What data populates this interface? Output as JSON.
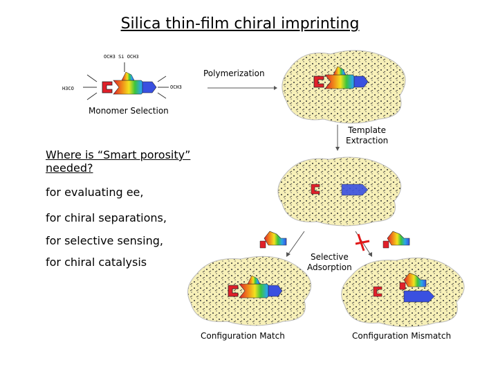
{
  "slide": {
    "title": "Silica thin-film chiral imprinting",
    "question": "Where is “Smart porosity” needed?",
    "bullets": [
      "for evaluating ee,",
      "for chiral separations,",
      "for selective sensing,",
      "for chiral catalysis"
    ]
  },
  "diagram": {
    "labels": {
      "monomer_selection": "Monomer Selection",
      "polymerization": "Polymerization",
      "template_extraction_1": "Template",
      "template_extraction_2": "Extraction",
      "selective_adsorption_1": "Selective",
      "selective_adsorption_2": "Adsorption",
      "configuration_match": "Configuration Match",
      "configuration_mismatch": "Configuration Mismatch"
    },
    "colors": {
      "matrix_fill": "#f7f0b8",
      "template_red": "#e0202a",
      "template_blue": "#3a50e0",
      "reject_mark": "#e01818"
    }
  }
}
